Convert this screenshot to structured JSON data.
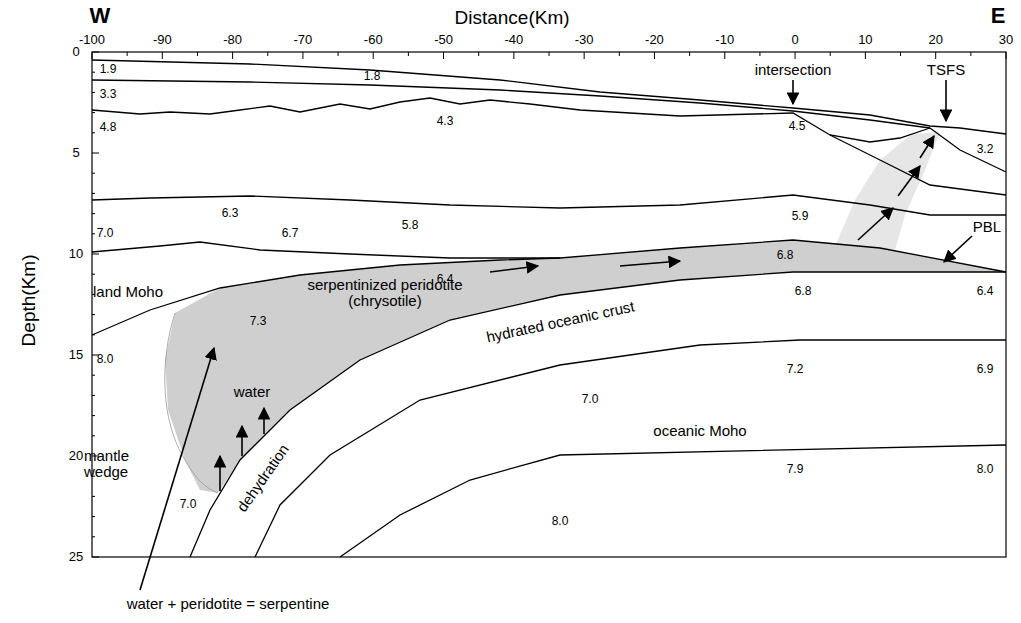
{
  "diagram": {
    "labels": [
      "W",
      "Distance(Km)",
      "E",
      "-100",
      "-90",
      "-80",
      "-70",
      "-60",
      "-50",
      "-40",
      "-30",
      "-20",
      "-10",
      "0",
      "10",
      "20",
      "30",
      "0",
      "5",
      "10",
      "15",
      "20",
      "25",
      "Depth(Km)",
      "intersection",
      "TSFS",
      "PBL",
      "1.9",
      "1.8",
      "3.3",
      "4.8",
      "4.3",
      "4.5",
      "3.2",
      "6.3",
      "5.8",
      "5.9",
      "7.0",
      "6.7",
      "6.4",
      "6.8",
      "land Moho",
      "7.3",
      "serpentinized peridotite (chrysotile)",
      "6.8",
      "6.4",
      "8.0",
      "hydrated oceanic crust",
      "7.2",
      "6.9",
      "7.0",
      "water",
      "dehydration",
      "oceanic Moho",
      "7.9",
      "8.0",
      "mantle wedge",
      "7.0",
      "8.0",
      "water + peridotite = serpentine"
    ]
  }
}
